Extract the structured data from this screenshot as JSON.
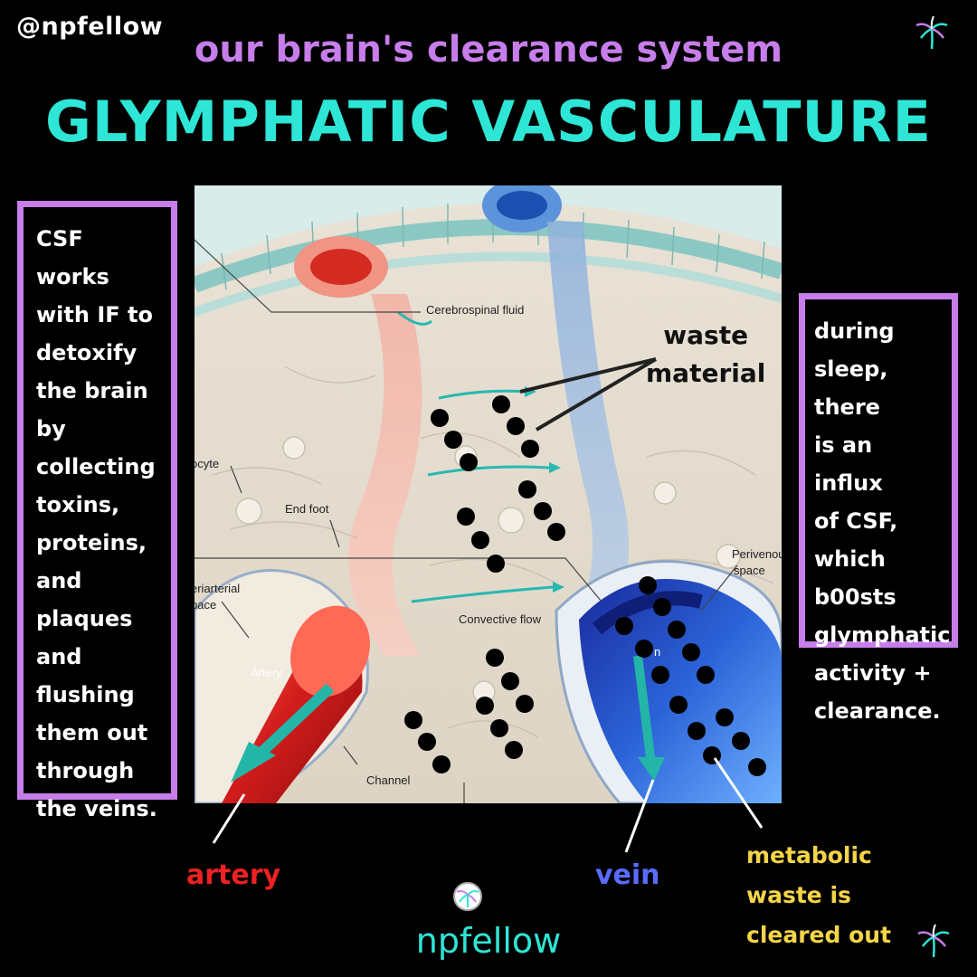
{
  "header": {
    "handle": "@npfellow",
    "subtitle": "our brain's clearance system",
    "title": "GLYMPHATIC VASCULATURE"
  },
  "left_panel": {
    "lines": [
      "CSF works",
      "with IF to",
      "detoxify",
      "the brain",
      "by",
      "collecting",
      "toxins,",
      "proteins,",
      "and",
      "plaques",
      "and",
      "flushing",
      "them out",
      "through",
      "the veins."
    ]
  },
  "right_panel": {
    "lines": [
      "during",
      "sleep, there",
      "is an influx",
      "of CSF,",
      "which",
      "b00sts",
      "glymphatic",
      "activity  +",
      "clearance."
    ]
  },
  "diagram_labels": {
    "cerebrospinal_fluid": "Cerebrospinal fluid",
    "astrocyte": "ocyte",
    "end_foot": "End foot",
    "periarterial_space_1": "eriarterial",
    "periarterial_space_2": "pace",
    "artery": "Artery",
    "convective_flow": "Convective flow",
    "perivenous_space_1": "Perivenou",
    "perivenous_space_2": "space",
    "channel": "Channel",
    "vein_inner": "n"
  },
  "annotations": {
    "waste_material_1": "waste",
    "waste_material_2": "material",
    "artery": "artery",
    "vein": "vein",
    "metabolic_1": "metabolic",
    "metabolic_2": "waste is",
    "metabolic_3": "cleared out"
  },
  "footer": {
    "brand": "npfellow"
  },
  "colors": {
    "title": "#2ee6d6",
    "subtitle": "#c77dea",
    "panel_border": "#c77dea",
    "artery_label": "#ee2222",
    "vein_label": "#5a6cff",
    "metabolic_label": "#f5d547",
    "background": "#000000"
  },
  "icons": {
    "palm_top": "palm-tree-icon",
    "palm_bottom": "palm-tree-icon",
    "brand_logo": "palm-circle-logo-icon"
  }
}
